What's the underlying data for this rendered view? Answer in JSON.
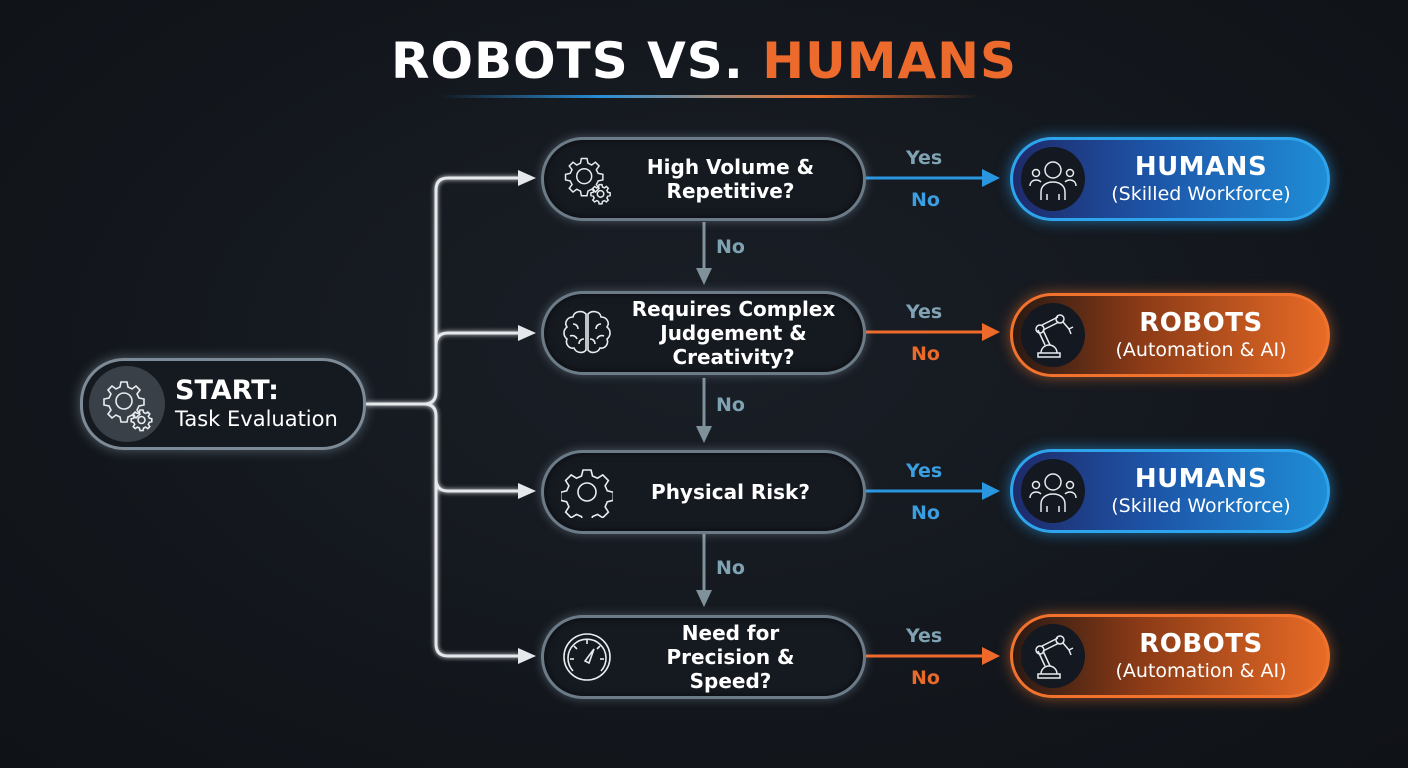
{
  "title": {
    "part1": "ROBOTS VS.",
    "part2": "HUMANS"
  },
  "colors": {
    "background": "#13171d",
    "humans_accent": "#2ea4ec",
    "robots_accent": "#f0722d",
    "connector": "#e6e9ec",
    "down_arrow": "#7f929c"
  },
  "start": {
    "icon": "gears-icon",
    "label": "START:",
    "sublabel": "Task Evaluation"
  },
  "questions": [
    {
      "icon": "gears-icon",
      "text": "High Volume & Repetitive?",
      "yes_label": "Yes",
      "no_label": "No",
      "outcome": {
        "type": "humans",
        "icon": "people-icon",
        "title": "HUMANS",
        "subtitle": "(Skilled Workforce)"
      }
    },
    {
      "icon": "brain-icon",
      "text": "Requires Complex Judgement & Creativity?",
      "yes_label": "Yes",
      "no_label": "No",
      "outcome": {
        "type": "robots",
        "icon": "robot-arm-icon",
        "title": "ROBOTS",
        "subtitle": "(Automation & AI)"
      }
    },
    {
      "icon": "gear-icon",
      "text": "Physical Risk?",
      "yes_label": "Yes",
      "no_label": "No",
      "outcome": {
        "type": "humans",
        "icon": "people-icon",
        "title": "HUMANS",
        "subtitle": "(Skilled Workforce)"
      }
    },
    {
      "icon": "speedometer-icon",
      "text": "Need for Precision & Speed?",
      "yes_label": "Yes",
      "no_label": "No",
      "outcome": {
        "type": "robots",
        "icon": "robot-arm-icon",
        "title": "ROBOTS",
        "subtitle": "(Automation & AI)"
      }
    }
  ],
  "down_labels": [
    "No",
    "No",
    "No"
  ]
}
